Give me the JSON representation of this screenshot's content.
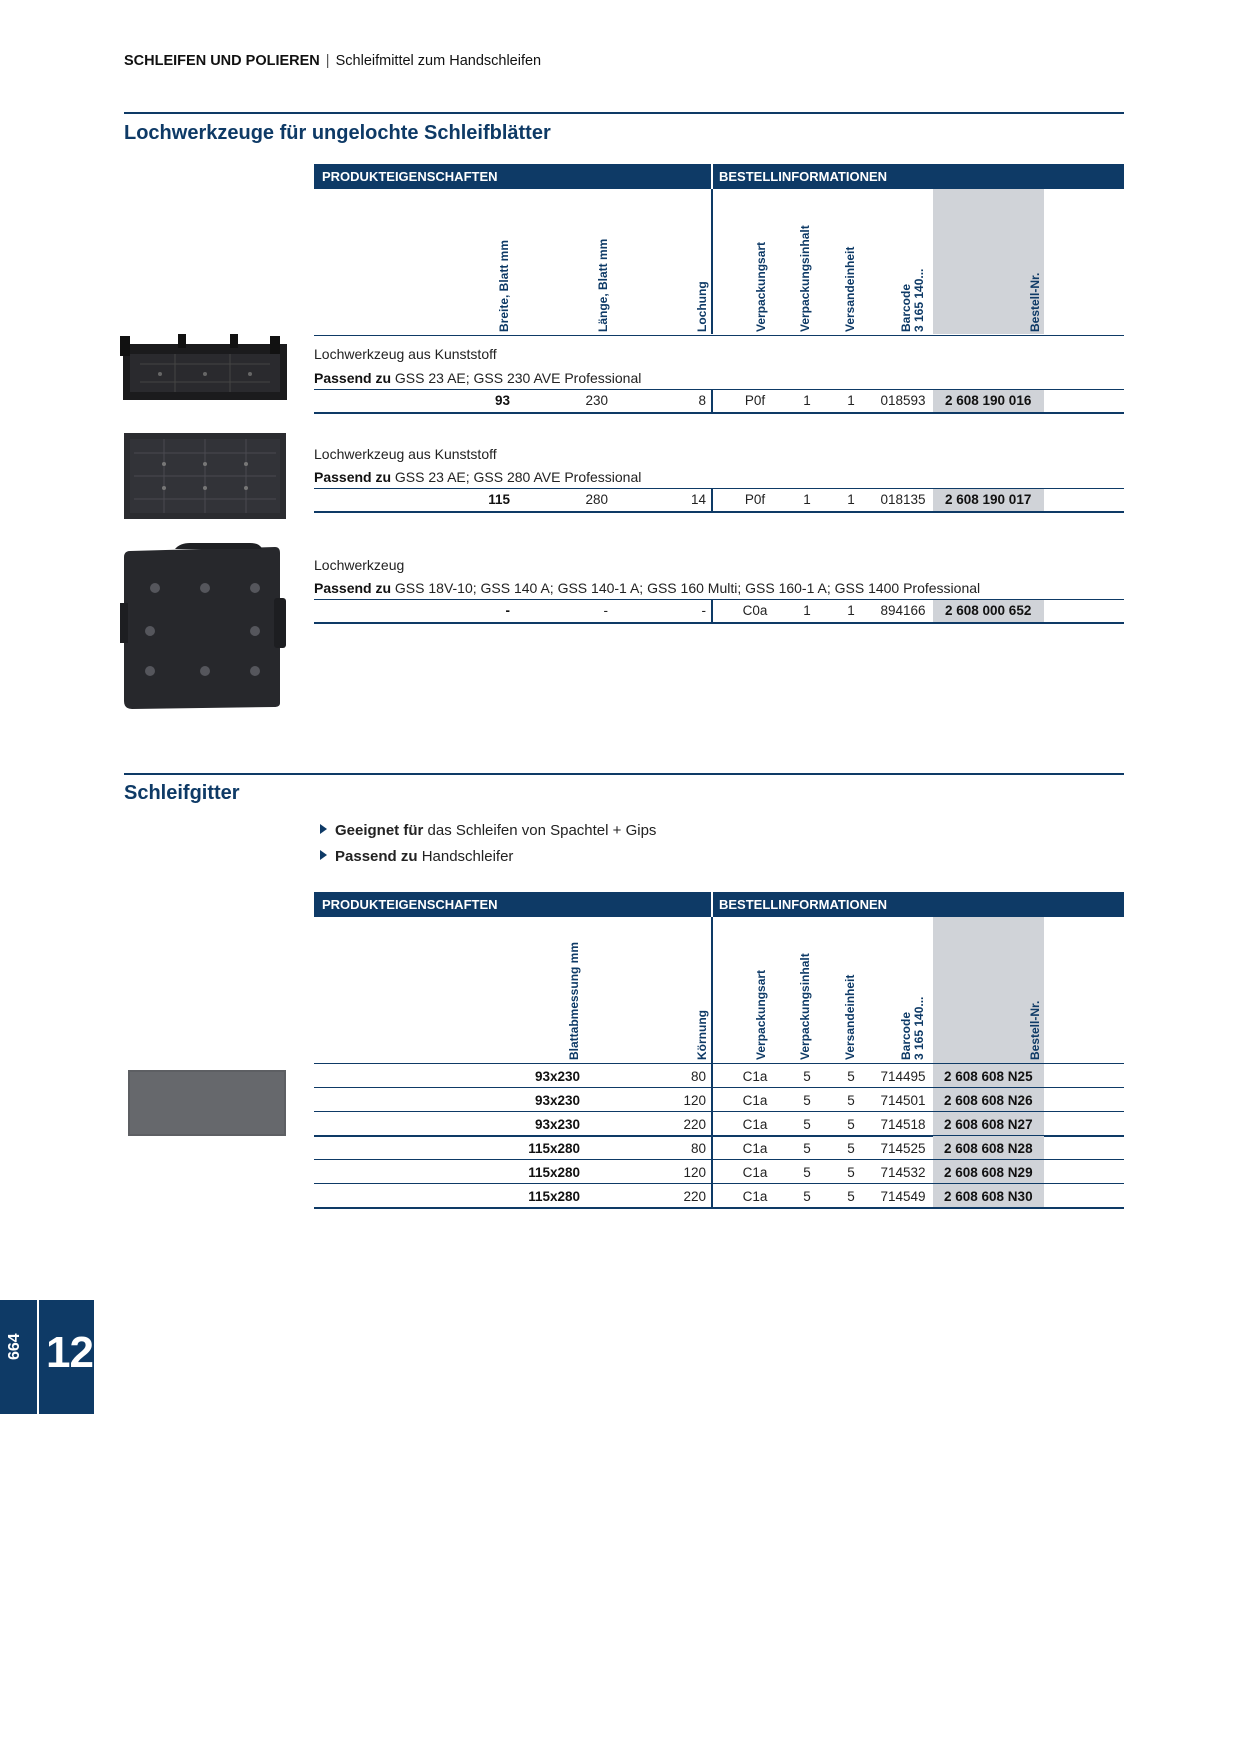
{
  "breadcrumb": {
    "main": "SCHLEIFEN UND POLIEREN",
    "separator": "|",
    "sub": "Schleifmittel zum Handschleifen"
  },
  "section1": {
    "title": "Lochwerkzeuge für ungelochte Schleifblätter",
    "header_left": "PRODUKTEIGENSCHAFTEN",
    "header_right": "BESTELLINFORMATIONEN",
    "columns": [
      "Breite, Blatt mm",
      "Länge, Blatt mm",
      "Lochung",
      "Verpackungsart",
      "Verpackungsinhalt",
      "Versandeinheit",
      "Barcode",
      "3 165 140...",
      "Bestell-Nr."
    ],
    "products": [
      {
        "desc": "Lochwerkzeug aus Kunststoff",
        "fit_label": "Passend zu",
        "fit": "GSS 23 AE; GSS 230 AVE Professional",
        "row": {
          "breite": "93",
          "laenge": "230",
          "lochung": "8",
          "art": "P0f",
          "inhalt": "1",
          "einheit": "1",
          "barcode": "018593",
          "nr": "2 608 190 016"
        }
      },
      {
        "desc": "Lochwerkzeug aus Kunststoff",
        "fit_label": "Passend zu",
        "fit": "GSS 23 AE; GSS 280 AVE Professional",
        "row": {
          "breite": "115",
          "laenge": "280",
          "lochung": "14",
          "art": "P0f",
          "inhalt": "1",
          "einheit": "1",
          "barcode": "018135",
          "nr": "2 608 190 017"
        }
      },
      {
        "desc": "Lochwerkzeug",
        "fit_label": "Passend zu",
        "fit": "GSS 18V-10; GSS 140 A; GSS 140-1 A; GSS 160 Multi; GSS 160-1 A; GSS 1400 Professional",
        "row": {
          "breite": "-",
          "laenge": "-",
          "lochung": "-",
          "art": "C0a",
          "inhalt": "1",
          "einheit": "1",
          "barcode": "894166",
          "nr": "2 608 000 652"
        }
      }
    ]
  },
  "section2": {
    "title": "Schleifgitter",
    "bullets": [
      {
        "bold": "Geeignet für",
        "text": " das Schleifen von Spachtel + Gips"
      },
      {
        "bold": "Passend zu",
        "text": " Handschleifer"
      }
    ],
    "header_left": "PRODUKTEIGENSCHAFTEN",
    "header_right": "BESTELLINFORMATIONEN",
    "columns": [
      "Blattabmessung mm",
      "Körnung",
      "Verpackungsart",
      "Verpackungsinhalt",
      "Versandeinheit",
      "Barcode",
      "3 165 140...",
      "Bestell-Nr."
    ],
    "rows": [
      {
        "mass": "93x230",
        "koernung": "80",
        "art": "C1a",
        "inhalt": "5",
        "einheit": "5",
        "barcode": "714495",
        "nr": "2 608 608 N25"
      },
      {
        "mass": "93x230",
        "koernung": "120",
        "art": "C1a",
        "inhalt": "5",
        "einheit": "5",
        "barcode": "714501",
        "nr": "2 608 608 N26"
      },
      {
        "mass": "93x230",
        "koernung": "220",
        "art": "C1a",
        "inhalt": "5",
        "einheit": "5",
        "barcode": "714518",
        "nr": "2 608 608 N27"
      },
      {
        "mass": "115x280",
        "koernung": "80",
        "art": "C1a",
        "inhalt": "5",
        "einheit": "5",
        "barcode": "714525",
        "nr": "2 608 608 N28"
      },
      {
        "mass": "115x280",
        "koernung": "120",
        "art": "C1a",
        "inhalt": "5",
        "einheit": "5",
        "barcode": "714532",
        "nr": "2 608 608 N29"
      },
      {
        "mass": "115x280",
        "koernung": "220",
        "art": "C1a",
        "inhalt": "5",
        "einheit": "5",
        "barcode": "714549",
        "nr": "2 608 608 N30"
      }
    ]
  },
  "page_tab": {
    "page_number": "664",
    "chapter": "12"
  },
  "colors": {
    "brand_blue": "#0e3a66",
    "highlight_grey": "#d0d3d8"
  }
}
